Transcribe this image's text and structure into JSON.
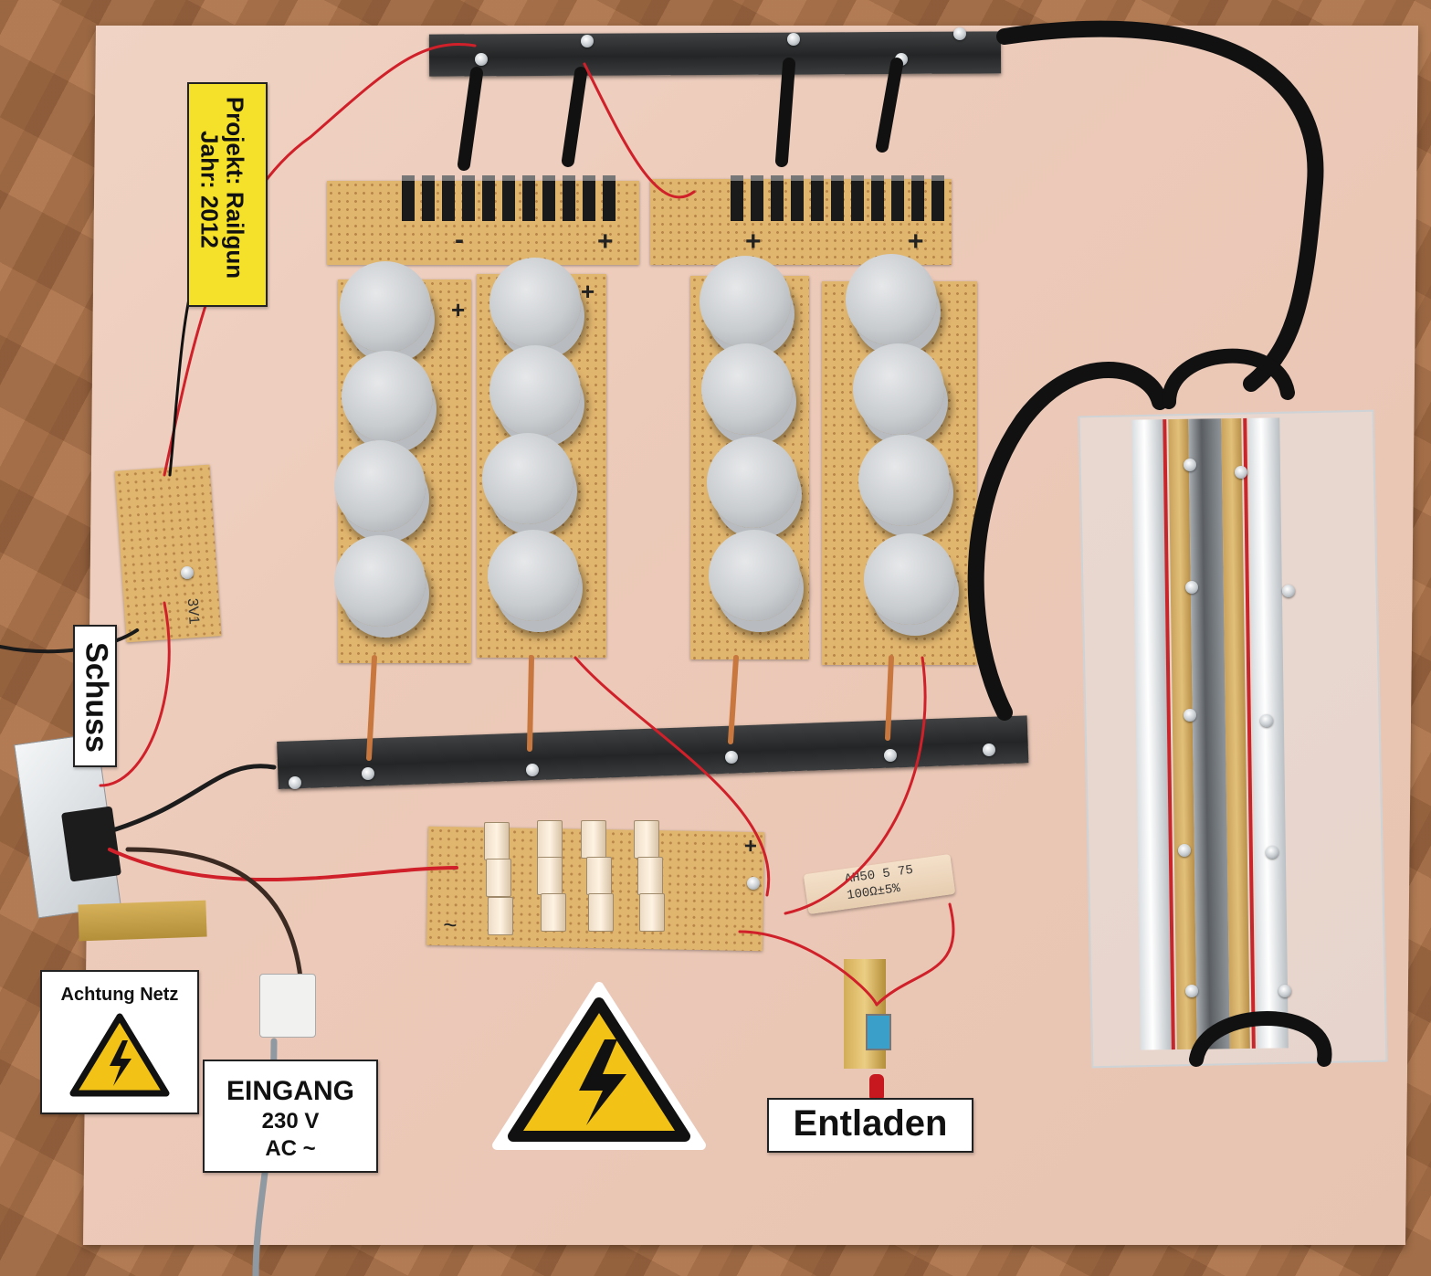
{
  "labels": {
    "project": {
      "line1": "Projekt: Railgun",
      "line2": "Jahr: 2012"
    },
    "schuss": "Schuss",
    "achtung": "Achtung Netz",
    "eingang": {
      "line1": "EINGANG",
      "line2": "230 V",
      "line3": "AC ~"
    },
    "entladen": "Entladen",
    "resistor": {
      "line1": "AH50 5 75",
      "line2": "100Ω±5%"
    },
    "small_board": "3V1"
  },
  "pcb_marks": {
    "plus": "+",
    "minus": "-",
    "ac": "~"
  },
  "colors": {
    "board": "#ecc9b8",
    "floor": "#a9744c",
    "warning_yellow": "#f2c316",
    "wire_red": "#d0202a",
    "wire_black": "#111111",
    "label_yellow": "#f5e12a"
  },
  "icons": {
    "hazard": "high-voltage-warning-icon"
  }
}
